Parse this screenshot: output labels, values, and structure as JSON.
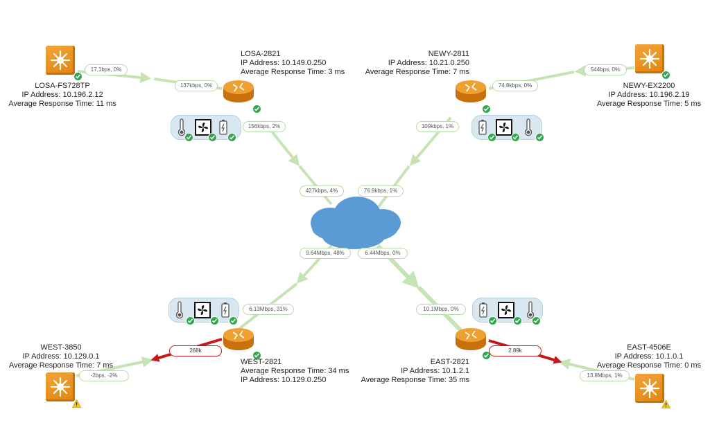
{
  "nodes": {
    "losa_fs": {
      "name": "LOSA-FS728TP",
      "ip": "IP Address: 10.196.2.12",
      "resp": "Average Response Time: 11 ms"
    },
    "losa_2821": {
      "name": "LOSA-2821",
      "ip": "IP Address: 10.149.0.250",
      "resp": "Average Response Time: 3 ms"
    },
    "newy_2811": {
      "name": "NEWY-2811",
      "ip": "IP Address: 10.21.0.250",
      "resp": "Average Response Time: 7 ms"
    },
    "newy_ex": {
      "name": "NEWY-EX2200",
      "ip": "IP Address: 10.196.2.19",
      "resp": "Average Response Time: 5 ms"
    },
    "west_3850": {
      "name": "WEST-3850",
      "ip": "IP Address: 10.129.0.1",
      "resp": "Average Response Time: 7 ms"
    },
    "west_2821": {
      "name": "WEST-2821",
      "resp": "Average Response Time: 34 ms",
      "ip": "IP Address: 10.129.0.250"
    },
    "east_2821": {
      "name": "EAST-2821",
      "ip": "IP Address: 10.1.2.1",
      "resp": "Average Response Time: 35 ms"
    },
    "east_4506": {
      "name": "EAST-4506E",
      "ip": "IP Address: 10.1.0.1",
      "resp": "Average Response Time: 0 ms"
    }
  },
  "links": {
    "losa_fs_out": "17.1bps,  0%",
    "losa_fs_in": "137kbps,  0%",
    "losa_down": "156kbps,  2%",
    "cloud_nw": "427kbps,  4%",
    "newy_ex_out": "544bps,  0%",
    "newy_ex_in": "74.8kbps,  0%",
    "newy_down": "109kbps,  1%",
    "cloud_ne": "76.9kbps,  1%",
    "cloud_sw": "9.64Mbps,  48%",
    "west_up": "6.13Mbps,  31%",
    "west_3850_in": "268k",
    "west_3850_out": "-2bps,  -2%",
    "cloud_se": "6.44Mbps,  0%",
    "east_up": "10.1Mbps,  0%",
    "east_4506_in": "2.89k",
    "east_4506_out": "13.8Mbps,  1%"
  },
  "colors": {
    "link_ok": "#c6e3b4",
    "link_alert": "#c8171b",
    "device": "#e8901a",
    "cloud": "#5b9bd5",
    "sensor_panel": "#d9e8f0",
    "status_ok": "#2fa84f",
    "status_warn": "#f5c518"
  },
  "icons": [
    "switch-icon",
    "router-icon",
    "cloud-icon",
    "thermometer-icon",
    "fan-icon",
    "battery-icon",
    "status-ok-icon",
    "warning-icon"
  ]
}
